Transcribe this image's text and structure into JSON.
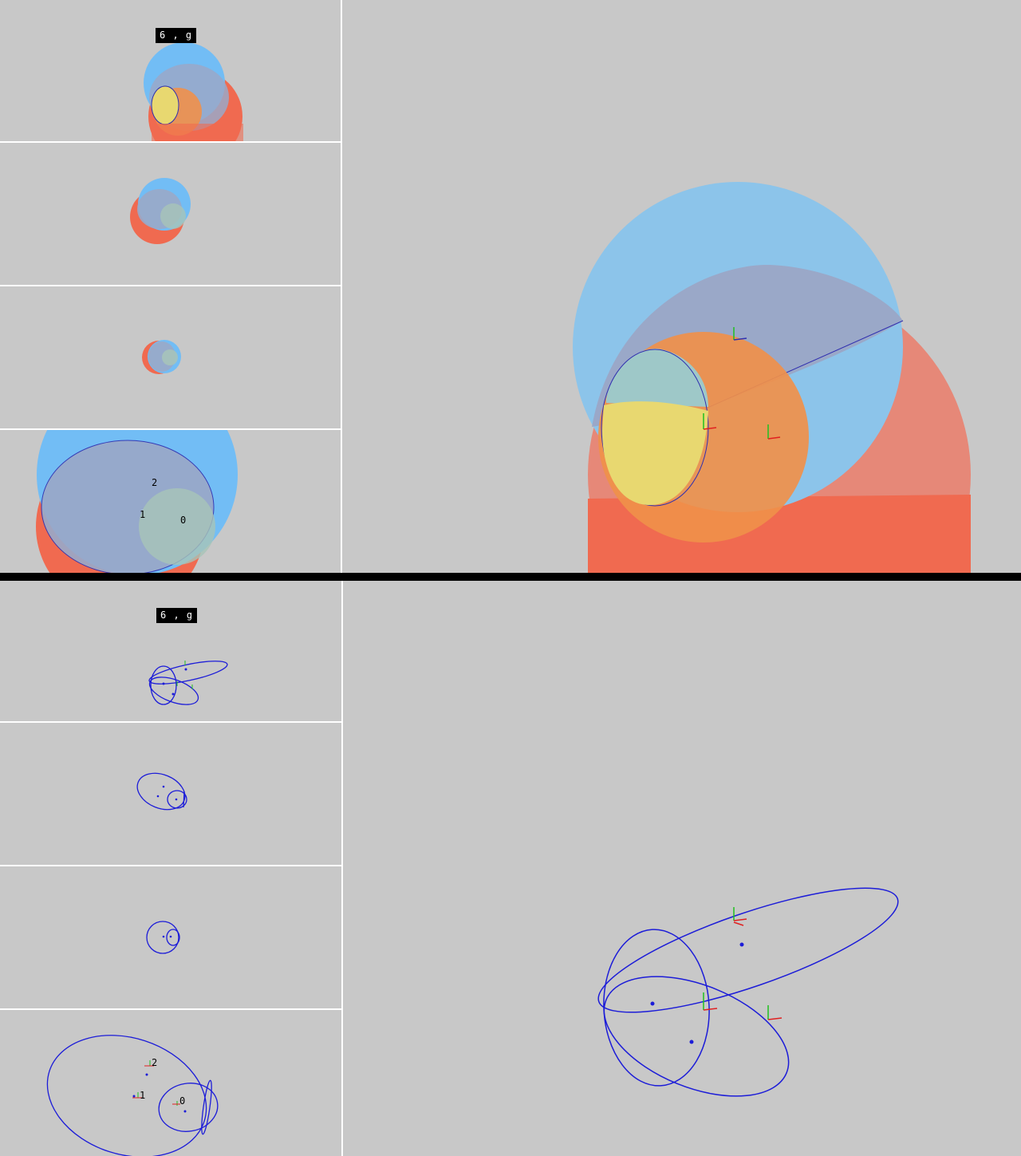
{
  "top_panel": {
    "mode_label": "6 , g",
    "node_labels": [
      "0",
      "1",
      "2"
    ],
    "colors": {
      "background": "#c8c8c8",
      "red": "#f06a50",
      "blue": "#72bdf5",
      "orange": "#f0904a",
      "yellow": "#e8d870",
      "purple_overlap": "#9aa8c8",
      "outline": "#3030b0"
    }
  },
  "bottom_panel": {
    "mode_label": "6 , g",
    "node_labels": [
      "0",
      "1",
      "2"
    ],
    "colors": {
      "background": "#c8c8c8",
      "ellipse_stroke": "#1c1cd8",
      "axis_x": "#e02020",
      "axis_y": "#20c020",
      "axis_z": "#2020e0"
    }
  }
}
